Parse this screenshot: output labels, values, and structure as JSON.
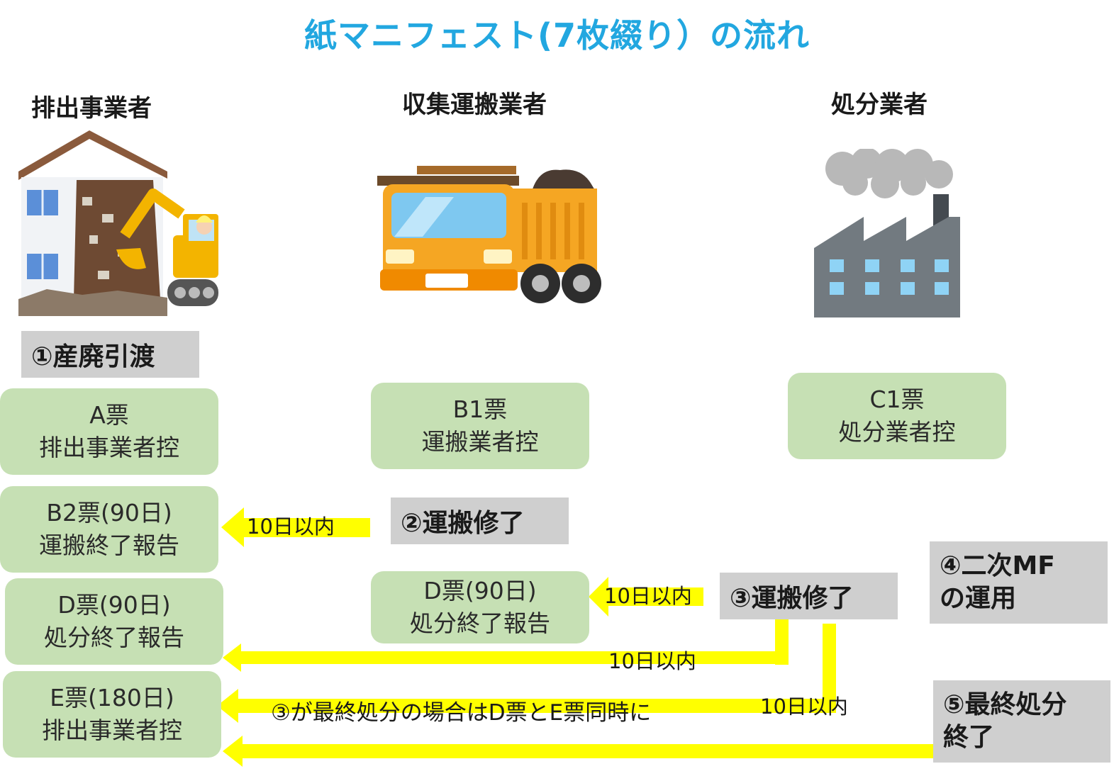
{
  "title": "紙マニフェスト(7枚綴り）の流れ",
  "actors": {
    "generator": "排出事業者",
    "transporter": "収集運搬業者",
    "disposer": "処分業者"
  },
  "steps": {
    "s1": "①産廃引渡",
    "s2": "②運搬修了",
    "s3": "③運搬修了",
    "s4_line1": "④二次MF",
    "s4_line2": "の運用",
    "s5_line1": "⑤最終処分",
    "s5_line2": "終了"
  },
  "slips": {
    "a": {
      "line1": "A票",
      "line2": "排出事業者控"
    },
    "b1": {
      "line1": "B1票",
      "line2": "運搬業者控"
    },
    "c1": {
      "line1": "C1票",
      "line2": "処分業者控"
    },
    "b2": {
      "line1": "B2票(90日)",
      "line2": "運搬終了報告"
    },
    "d_left": {
      "line1": "D票(90日)",
      "line2": "処分終了報告"
    },
    "d_mid": {
      "line1": "D票(90日)",
      "line2": "処分終了報告"
    },
    "e": {
      "line1": "E票(180日)",
      "line2": "排出事業者控"
    }
  },
  "arrow_labels": {
    "b2_arrow": "10日以内",
    "d_mid_arrow": "10日以内",
    "d_left_arrow": "10日以内",
    "e_arrow": "10日以内"
  },
  "note": "③が最終処分の場合はD票とE票同時に",
  "colors": {
    "title": "#22a7e0",
    "slip_box": "#c6e0b4",
    "step_box": "#cfcfcf",
    "arrow": "#ffff00"
  }
}
